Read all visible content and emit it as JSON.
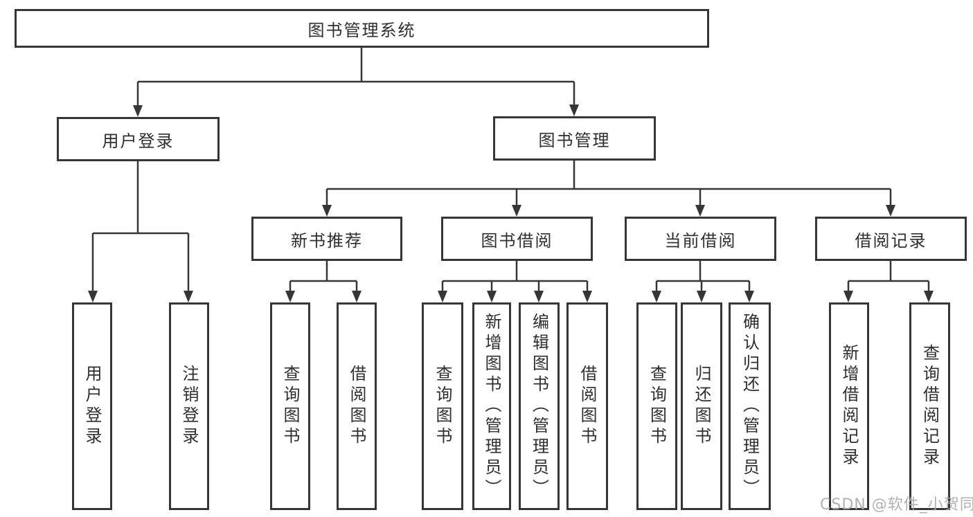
{
  "tree": {
    "root": "图书管理系统",
    "children": [
      {
        "label": "用户登录",
        "children": [
          "用户登录",
          "注销登录"
        ]
      },
      {
        "label": "图书管理",
        "children": [
          {
            "label": "新书推荐",
            "children": [
              "查询图书",
              "借阅图书"
            ]
          },
          {
            "label": "图书借阅",
            "children": [
              "查询图书",
              "新增图书（管理员）",
              "编辑图书（管理员）",
              "借阅图书"
            ]
          },
          {
            "label": "当前借阅",
            "children": [
              "查询图书",
              "归还图书",
              "确认归还（管理员）"
            ]
          },
          {
            "label": "借阅记录",
            "children": [
              "新增借阅记录",
              "查询借阅记录"
            ]
          }
        ]
      }
    ]
  },
  "watermark": {
    "text": "CSDN @软件_小贺同学"
  },
  "colors": {
    "line": "#363636",
    "box_border": "#363636",
    "box_background": "#ffffff",
    "text": "#2e2e2e",
    "watermark": "#a9a9a9",
    "page_background": "#ffffff"
  }
}
